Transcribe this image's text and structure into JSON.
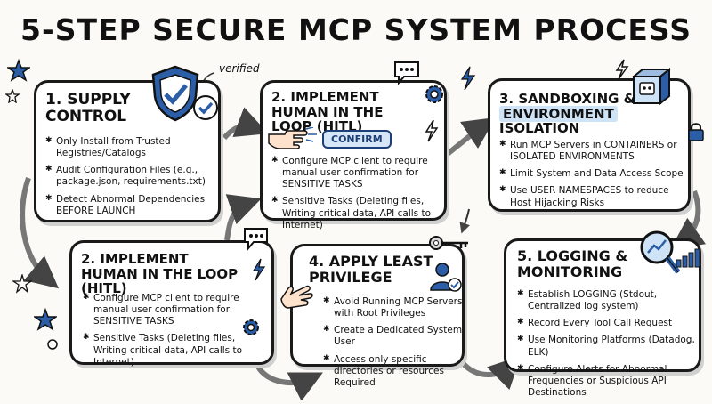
{
  "title": "5-STEP SECURE MCP SYSTEM PROCESS",
  "colors": {
    "accent_blue": "#2b5ea7",
    "highlight": "#cfe3f7",
    "ink": "#111111",
    "gold": "#d9a441"
  },
  "icons": [
    "shield-icon",
    "checkmark-icon",
    "star-icon",
    "hand-pointer-icon",
    "speech-bubble-icon",
    "gear-icon",
    "lightning-icon",
    "robot-box-icon",
    "padlock-icon",
    "key-icon",
    "user-shield-icon",
    "magnifier-chart-icon",
    "bar-chart-icon",
    "curved-arrow-icon"
  ],
  "annotations": {
    "verified": "verified",
    "confirm_button": "CONFIRM"
  },
  "steps": [
    {
      "heading": "1. SUPPLY CONTROL",
      "items": [
        "Only Install from Trusted Registries/Catalogs",
        "Audit Configuration Files (e.g., package.json, requirements.txt)",
        "Detect Abnormal Dependencies BEFORE LAUNCH"
      ]
    },
    {
      "heading": "2. IMPLEMENT HUMAN IN THE LOOP (HITL)",
      "items": [
        "Configure MCP client to require manual user confirmation for SENSITIVE TASKS",
        "Sensitive Tasks (Deleting files, Writing critical data, API calls to Internet)"
      ]
    },
    {
      "heading_pre": "3. SANDBOXING &",
      "heading_hl": "ENVIRONMENT",
      "heading_post": "ISOLATION",
      "items": [
        "Run MCP Servers in CONTAINERS or ISOLATED ENVIRONMENTS",
        "Limit System and Data Access Scope",
        "Use USER NAMESPACES to reduce Host Hijacking Risks"
      ]
    },
    {
      "heading": "2. IMPLEMENT HUMAN IN THE LOOP (HITL)",
      "items": [
        "Configure MCP client to require manual user confirmation for SENSITIVE TASKS",
        "Sensitive Tasks (Deleting files, Writing critical data, API calls to Internet)"
      ]
    },
    {
      "heading": "4. APPLY LEAST PRIVILEGE",
      "items": [
        "Avoid Running MCP Servers with Root Privileges",
        "Create a Dedicated System User",
        "Access only specific directories or resources Required"
      ]
    },
    {
      "heading": "5. LOGGING & MONITORING",
      "items": [
        "Establish LOGGING (Stdout, Centralized log system)",
        "Record Every Tool Call Request",
        "Use Monitoring Platforms (Datadog, ELK)",
        "Configure Alerts for Abnormal Frequencies or Suspicious API Destinations"
      ]
    }
  ]
}
